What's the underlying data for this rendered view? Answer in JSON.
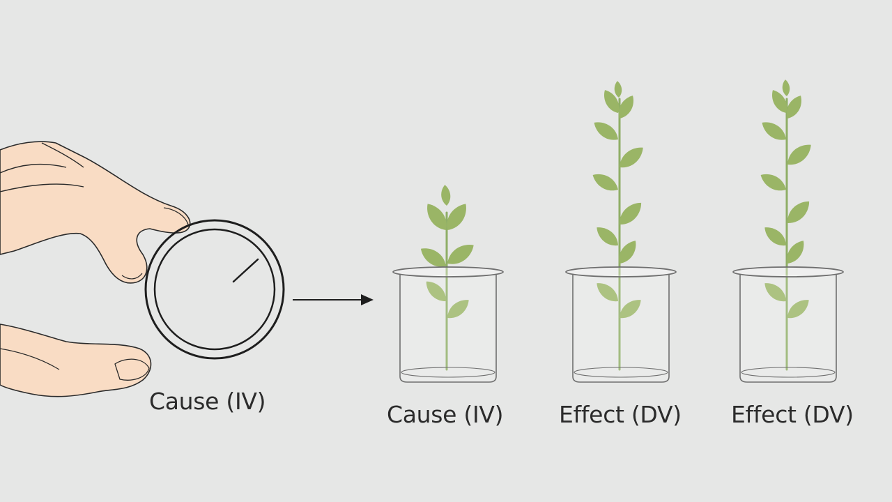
{
  "labels": {
    "dial": "Cause (IV)",
    "beaker_1": "Cause (IV)",
    "beaker_2": "Effect (DV)",
    "beaker_3": "Effect (DV)"
  },
  "colors": {
    "background": "#e6e7e6",
    "skin": "#f9dcc4",
    "outline": "#222222",
    "leaf": "#9ab566",
    "stem": "#8fae66",
    "glass": "#6f6f6f"
  },
  "icons": {
    "hand": "hand-icon",
    "dial": "dial-knob-icon",
    "arrow": "right-arrow-icon",
    "beaker": "beaker-icon",
    "plant": "plant-sprout-icon"
  }
}
